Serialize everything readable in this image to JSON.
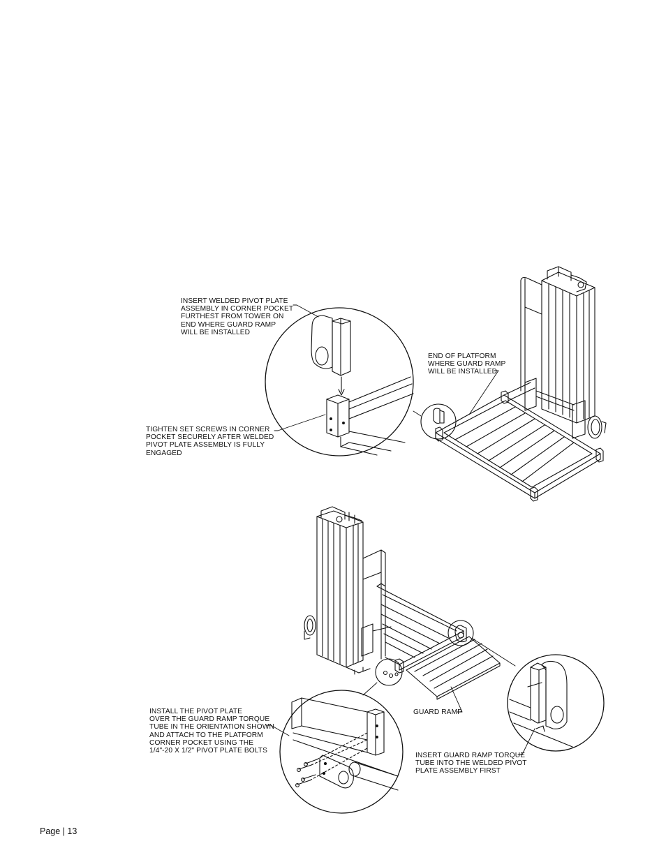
{
  "notes": {
    "insert_pivot_plate": "INSERT WELDED PIVOT PLATE\nASSEMBLY IN CORNER POCKET\nFURTHEST FROM TOWER ON\nEND WHERE GUARD RAMP\nWILL BE INSTALLED",
    "tighten_set_screws": "TIGHTEN SET SCREWS IN CORNER\nPOCKET SECURELY AFTER WELDED\nPIVOT PLATE ASSEMBLY IS FULLY\nENGAGED",
    "end_of_platform": "END OF PLATFORM\nWHERE GUARD RAMP\nWILL BE INSTALLED",
    "install_pivot_plate": "INSTALL THE PIVOT PLATE\nOVER THE GUARD RAMP TORQUE\nTUBE IN THE ORIENTATION SHOWN\nAND ATTACH TO THE PLATFORM\nCORNER POCKET USING THE\n1/4\"-20 X 1/2\" PIVOT PLATE BOLTS",
    "guard_ramp": "GUARD RAMP",
    "insert_torque_tube": "INSERT GUARD RAMP TORQUE\nTUBE INTO THE WELDED PIVOT\nPLATE ASSEMBLY FIRST"
  },
  "footer": {
    "page_label": "Page | 13"
  }
}
